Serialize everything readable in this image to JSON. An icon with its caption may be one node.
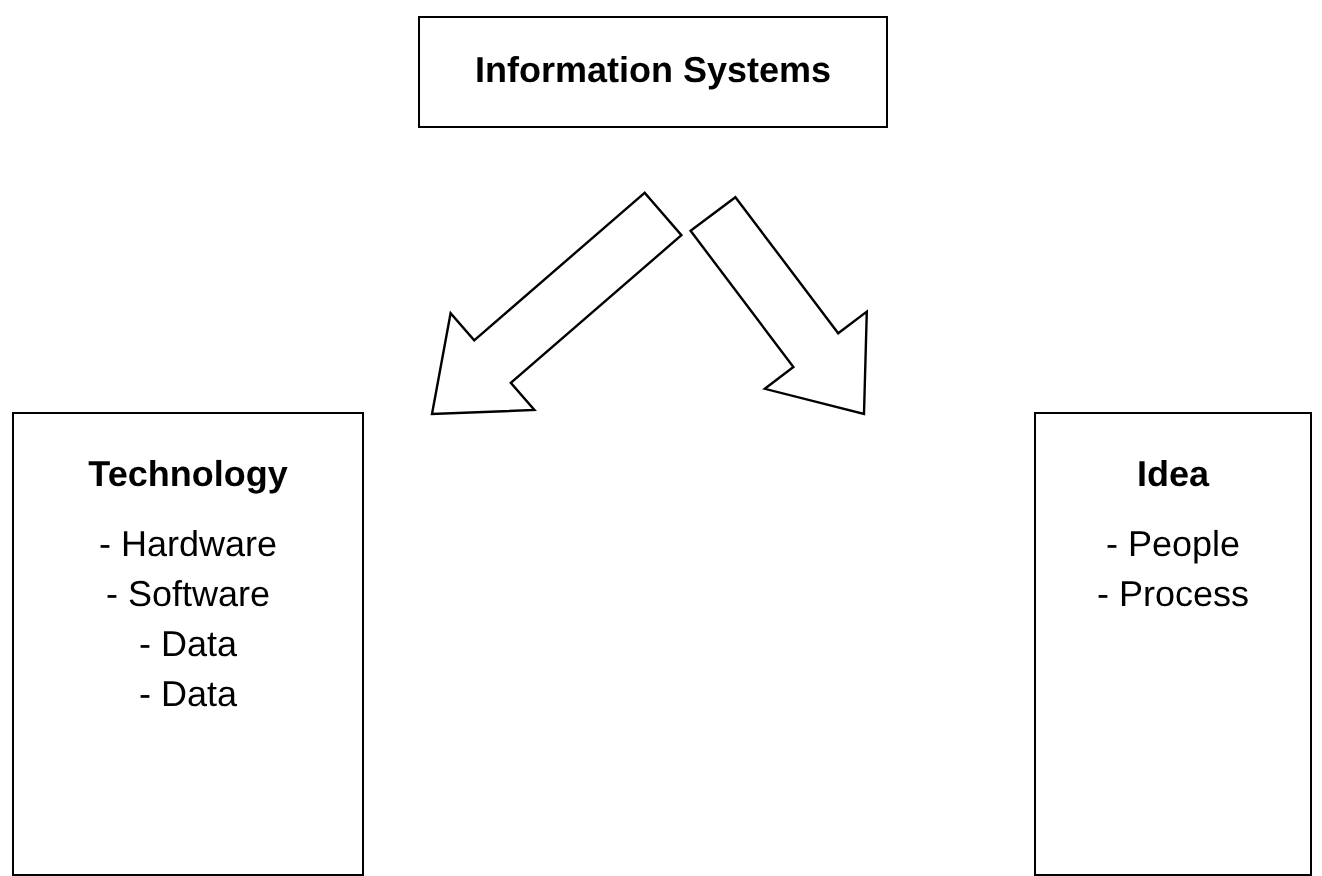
{
  "diagram": {
    "nodes": [
      {
        "text": [
          "Information Systems"
        ]
      },
      {
        "text": [
          "Technology",
          "- Hardware",
          "- Software",
          "- Data",
          "- Data"
        ]
      },
      {
        "text": [
          "Idea",
          "- People",
          "- Process"
        ]
      }
    ],
    "edges": [
      {
        "from": 0,
        "to": 1,
        "arrow": "to"
      },
      {
        "from": 0,
        "to": 2,
        "arrow": "to"
      }
    ]
  }
}
